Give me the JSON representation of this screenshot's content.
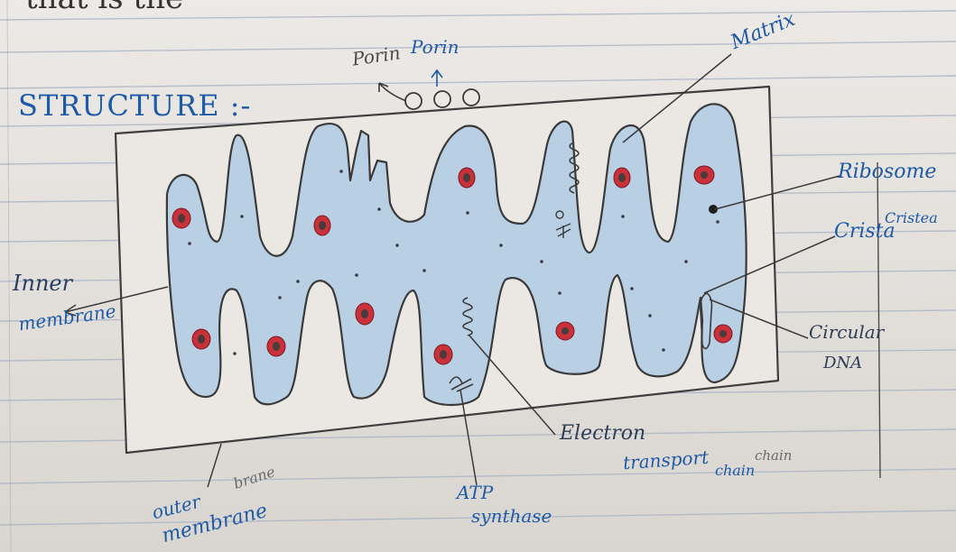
{
  "top_text": "that is the",
  "heading": "STRUCTURE :-",
  "labels": {
    "porin_pencil": "Porin",
    "porin": "Porin",
    "matrix": "Matrix",
    "ribosome": "Ribosome",
    "crista": "Crista",
    "cristea": "Cristea",
    "circular_dna_1": "Circular",
    "circular_dna_2": "DNA",
    "inner_membrane_1": "Inner",
    "inner_membrane_2": "membrane",
    "outer_membrane_1": "outer",
    "outer_membrane_2": "membrane",
    "outer_membrane_extra": "brane",
    "electron_1": "Electron",
    "electron_2": "transport",
    "electron_3": "chain",
    "electron_3_grey": "chain",
    "atp_1": "ATP",
    "atp_2": "synthase"
  },
  "colors": {
    "paper": "#e4e1dd",
    "ink_blue": "#1e5aa6",
    "pencil": "#4a4a4a",
    "matrix_fill": "#b9cfe4",
    "ribosome_red": "#c8303a"
  }
}
